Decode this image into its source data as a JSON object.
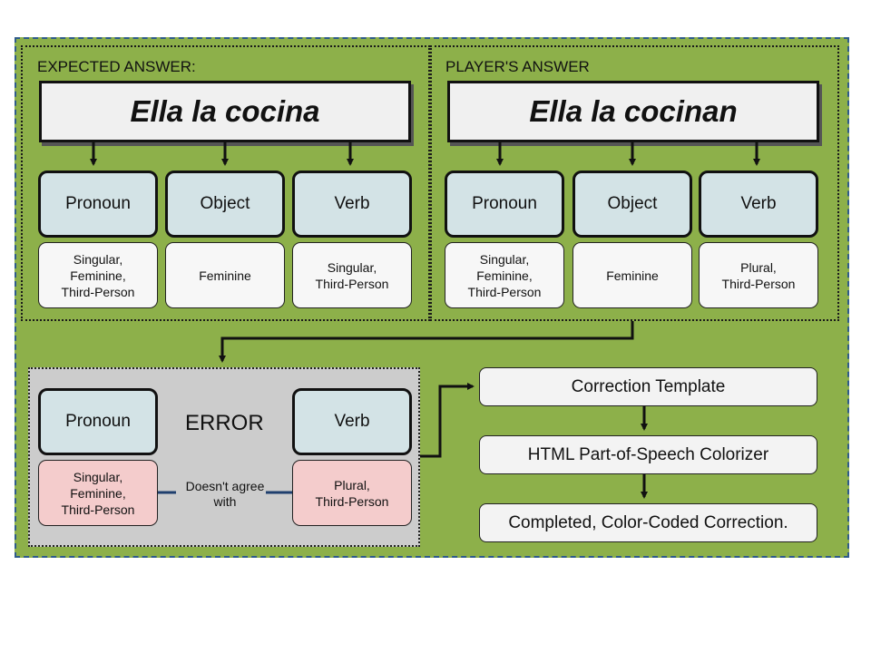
{
  "expected": {
    "label": "EXPECTED ANSWER:",
    "sentence": "Ella la cocina",
    "parts": [
      {
        "name": "Pronoun",
        "attrs": "Singular,\nFeminine,\nThird-Person"
      },
      {
        "name": "Object",
        "attrs": "Feminine"
      },
      {
        "name": "Verb",
        "attrs": "Singular,\nThird-Person"
      }
    ]
  },
  "player": {
    "label": "PLAYER'S ANSWER",
    "sentence": "Ella la cocinan",
    "parts": [
      {
        "name": "Pronoun",
        "attrs": "Singular,\nFeminine,\nThird-Person"
      },
      {
        "name": "Object",
        "attrs": "Feminine"
      },
      {
        "name": "Verb",
        "attrs": "Plural,\nThird-Person"
      }
    ]
  },
  "error": {
    "title": "ERROR",
    "left": {
      "name": "Pronoun",
      "attrs": "Singular,\nFeminine,\nThird-Person"
    },
    "right": {
      "name": "Verb",
      "attrs": "Plural,\nThird-Person"
    },
    "relation": "Doesn't agree\nwith"
  },
  "pipeline": {
    "steps": [
      "Correction Template",
      "HTML Part-of-Speech Colorizer",
      "Completed, Color-Coded Correction."
    ]
  },
  "colors": {
    "background": "#8db04a",
    "error_panel": "#cccccc",
    "part_header": "#d3e3e6",
    "error_attr": "#f4cccc",
    "connector": "#1f3f6e"
  }
}
